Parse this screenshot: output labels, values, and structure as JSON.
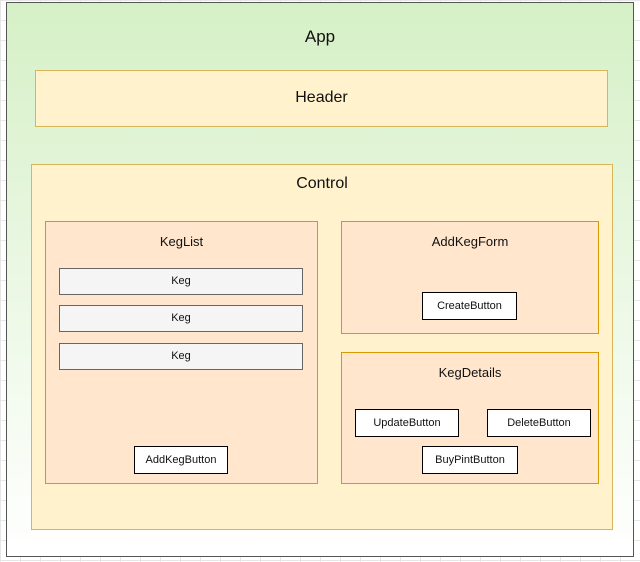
{
  "app": {
    "label": "App"
  },
  "header": {
    "label": "Header"
  },
  "control": {
    "label": "Control"
  },
  "keglist": {
    "label": "KegList",
    "kegs": [
      "Keg",
      "Keg",
      "Keg"
    ],
    "add_button": "AddKegButton"
  },
  "addkegform": {
    "label": "AddKegForm",
    "create_button": "CreateButton"
  },
  "kegdetails": {
    "label": "KegDetails",
    "update_button": "UpdateButton",
    "delete_button": "DeleteButton",
    "buy_button": "BuyPintButton"
  },
  "colors": {
    "app_fill": "#d5f0c6",
    "container_fill": "#fff2cc",
    "container_stroke": "#d6b656",
    "component_fill": "#ffe6cc",
    "component_stroke": "#d79b00",
    "keg_fill": "#f5f5f5"
  }
}
